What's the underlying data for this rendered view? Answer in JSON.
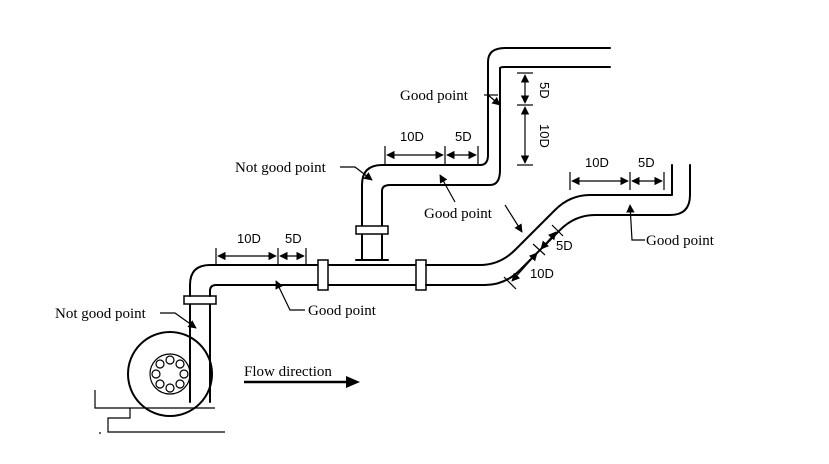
{
  "labels": {
    "not_good_point_bend": "Not good point",
    "not_good_point_pump": "Not good point",
    "good_point_riser_top": "Good point",
    "good_point_mid": "Good point",
    "good_point_lower": "Good point",
    "good_point_right": "Good point",
    "flow_direction": "Flow direction"
  },
  "dimensions": {
    "lower_left_10d": "10D",
    "lower_left_5d": "5D",
    "upper_left_10d": "10D",
    "upper_left_5d": "5D",
    "vertical_5d": "5D",
    "vertical_10d": "10D",
    "upper_right_10d": "10D",
    "upper_right_5d": "5D",
    "diagonal_5d": "5D",
    "diagonal_10d": "10D"
  }
}
